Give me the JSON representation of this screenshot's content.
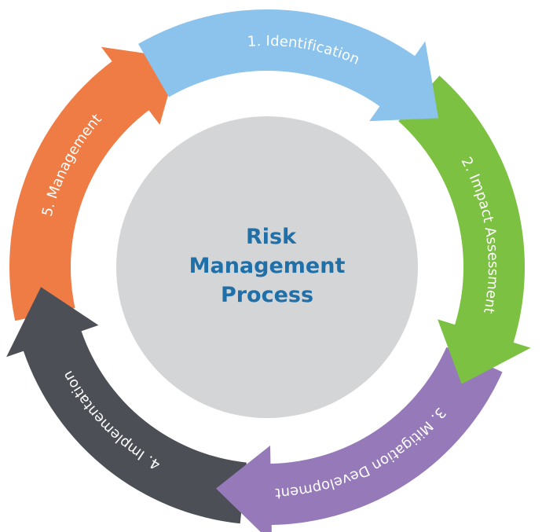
{
  "center": {
    "line1": "Risk",
    "line2": "Management",
    "line3": "Process",
    "circle_color": "#D4D5D7",
    "text_color": "#1F6FA8"
  },
  "steps": [
    {
      "label": "1. Identification",
      "color": "#8BC3EC"
    },
    {
      "label": "2. Impact Assessment",
      "color": "#7DC142"
    },
    {
      "label": "3. Mitigation Development",
      "color": "#9579B8"
    },
    {
      "label": "4. Implementation",
      "color": "#4D4F57"
    },
    {
      "label": "5. Management",
      "color": "#F07C45"
    }
  ]
}
